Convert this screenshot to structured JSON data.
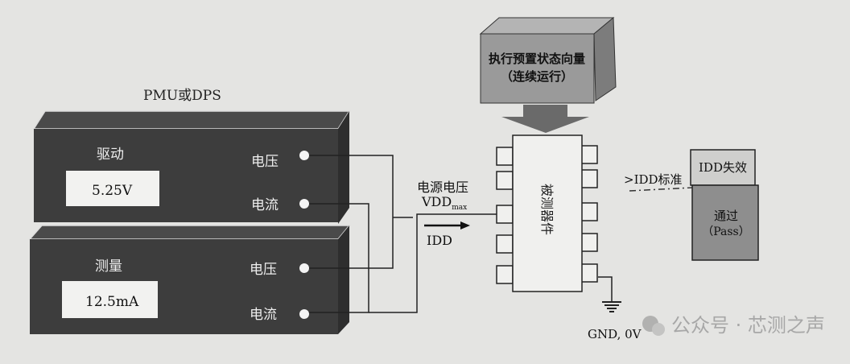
{
  "pmu": {
    "title": "PMU或DPS",
    "drive": {
      "label": "驱动",
      "display": "5.25V",
      "voltage": "电压",
      "current": "电流"
    },
    "measure": {
      "label": "测量",
      "display": "12.5mA",
      "voltage": "电压",
      "current": "电流"
    }
  },
  "supply": {
    "label": "电源电压",
    "vdd": "VDD",
    "vdd_sub": "max",
    "current_label": "IDD"
  },
  "vector_box": {
    "line1": "执行预置状态向量",
    "line2": "（连续运行）"
  },
  "dut": {
    "label": "被测器件"
  },
  "ground": {
    "label": "GND, 0V"
  },
  "threshold": {
    "label": ">IDD标准"
  },
  "result": {
    "fail": "IDD失效",
    "pass_line1": "通过",
    "pass_line2": "（Pass）"
  },
  "watermark": {
    "text": "公众号 · 芯测之声"
  },
  "colors": {
    "panel": "#3d3d3d",
    "background": "#e4e4e2",
    "vector_box": "#9a9a9a"
  }
}
